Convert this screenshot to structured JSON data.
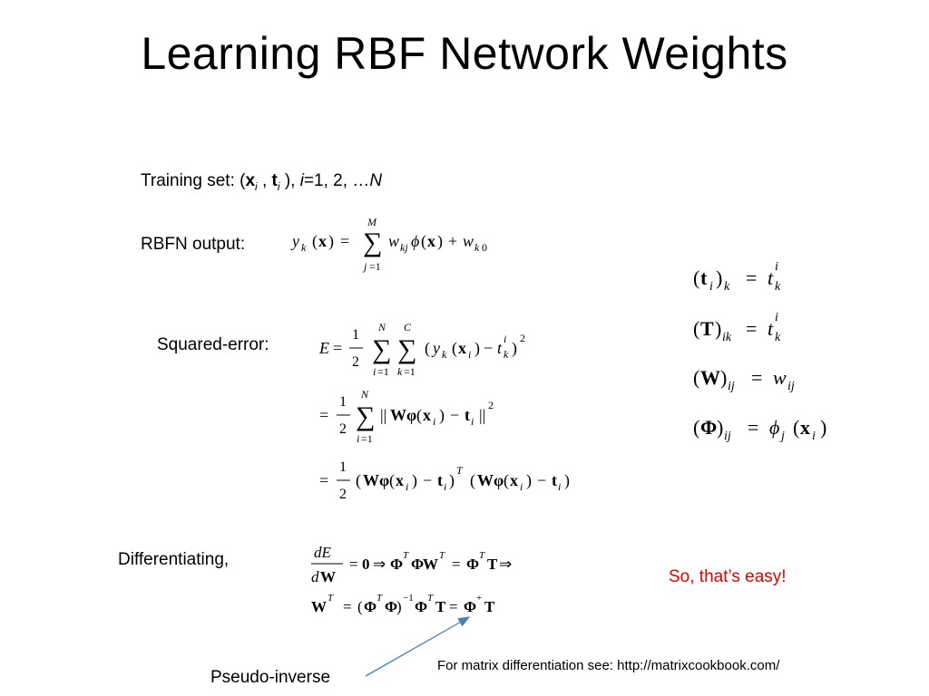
{
  "slide": {
    "title": "Learning RBF Network Weights",
    "training_set": {
      "prefix": "Training  set: (",
      "x": "x",
      "sub_i_1": "i",
      "comma": " , ",
      "t": "t",
      "sub_i_2": "i",
      "close": " ), ",
      "i": "i",
      "range": "=1, 2, …",
      "N": "N"
    },
    "rbfn_output_label": "RBFN output:",
    "squared_error_label": "Squared-error:",
    "differentiating_label": "Differentiating,",
    "easy_note": "So, that’s easy!",
    "pseudo_inverse_label": "Pseudo-inverse",
    "footnote": "For matrix differentiation see: http://matrixcookbook.com/",
    "colors": {
      "note": "#e00000",
      "arrow": "#4a7ebb",
      "text": "#000000"
    }
  }
}
